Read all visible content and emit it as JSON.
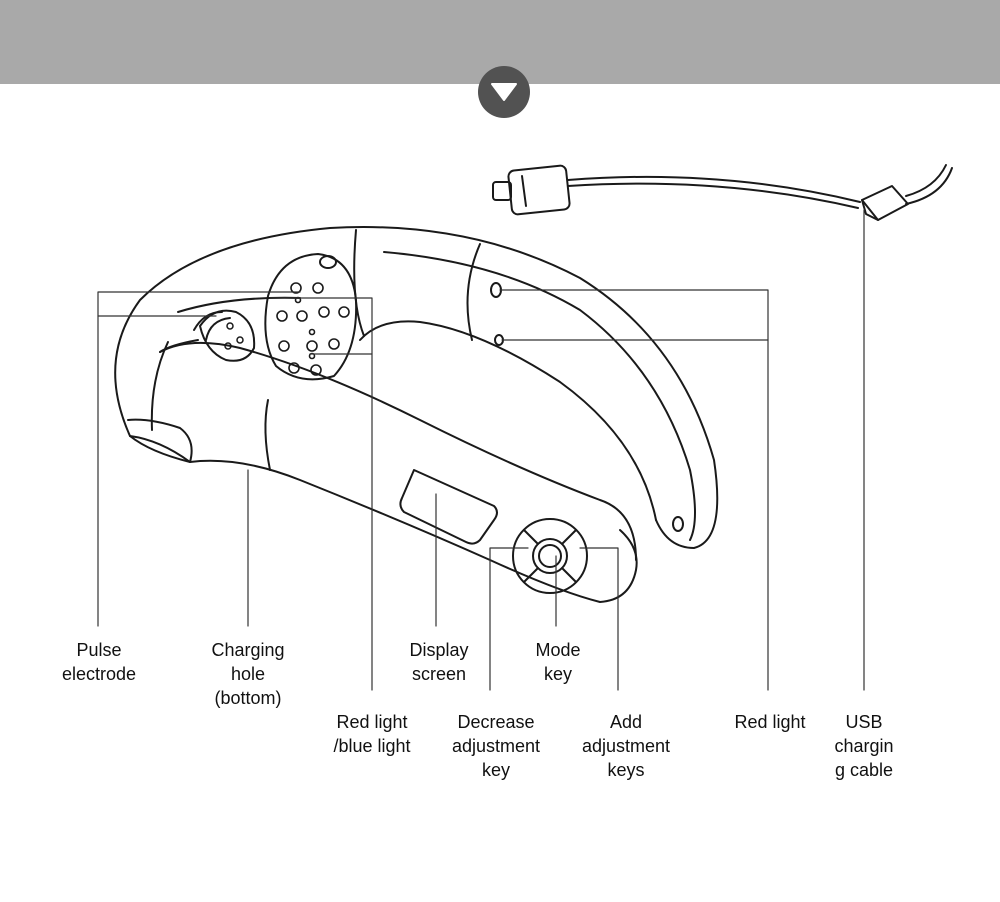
{
  "colors": {
    "header_bar": "#a9a9a9",
    "badge": "#525252",
    "line": "#1a1a1a"
  },
  "header": {
    "badge_icon": "triangle-down-icon"
  },
  "labels": {
    "pulse_electrode": [
      "Pulse",
      "electrode"
    ],
    "charging_hole": [
      "Charging",
      "hole",
      "(bottom)"
    ],
    "display_screen": [
      "Display",
      "screen"
    ],
    "mode_key": [
      "Mode",
      "key"
    ],
    "red_blue_light": [
      "Red light",
      "/blue light"
    ],
    "decrease_key": [
      "Decrease",
      "adjustment",
      "key"
    ],
    "add_keys": [
      "Add",
      "adjustment",
      "keys"
    ],
    "red_light": [
      "Red light"
    ],
    "usb_cable": [
      "USB",
      "chargin",
      "g cable"
    ]
  }
}
